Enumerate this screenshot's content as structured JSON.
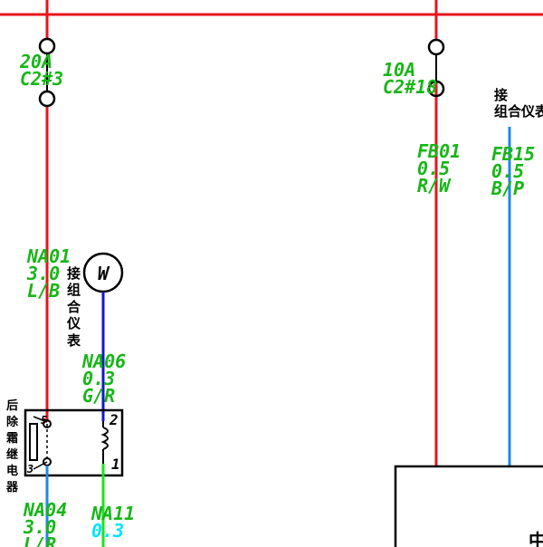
{
  "fuses": {
    "left": {
      "rating": "20A",
      "id": "C2#3"
    },
    "right": {
      "rating": "10A",
      "id": "C2#18"
    }
  },
  "wires": {
    "na01": {
      "code": "NA01",
      "gauge": "3.0",
      "color_code": "L/B"
    },
    "na06": {
      "code": "NA06",
      "gauge": "0.3",
      "color_code": "G/R"
    },
    "na04": {
      "code": "NA04",
      "gauge": "3.0",
      "color_code": "L/R"
    },
    "na11": {
      "code": "NA11",
      "gauge": "0.3"
    },
    "fb01": {
      "code": "FB01",
      "gauge": "0.5",
      "color_code": "R/W"
    },
    "fb15": {
      "code": "FB15",
      "gauge": "0.5",
      "color_code": "B/P"
    }
  },
  "labels": {
    "to_cluster_left": [
      "接",
      "组",
      "合",
      "仪",
      "表"
    ],
    "to_cluster_right_top": "接",
    "to_cluster_right_line": "组合仪表",
    "relay_name": [
      "后",
      "除",
      "霜",
      "继",
      "电",
      "器"
    ],
    "indicator_symbol": "W",
    "relay_pins": {
      "p5": "5",
      "p3": "3",
      "p2": "2",
      "p1": "1"
    },
    "module_partial": "中"
  },
  "colors": {
    "power": "#e8141c",
    "blue": "#1414d2",
    "light_blue": "#1e88e5",
    "green": "#19e619",
    "cyan": "#00e5ff",
    "label_green": "#17b617",
    "black": "#000000"
  }
}
